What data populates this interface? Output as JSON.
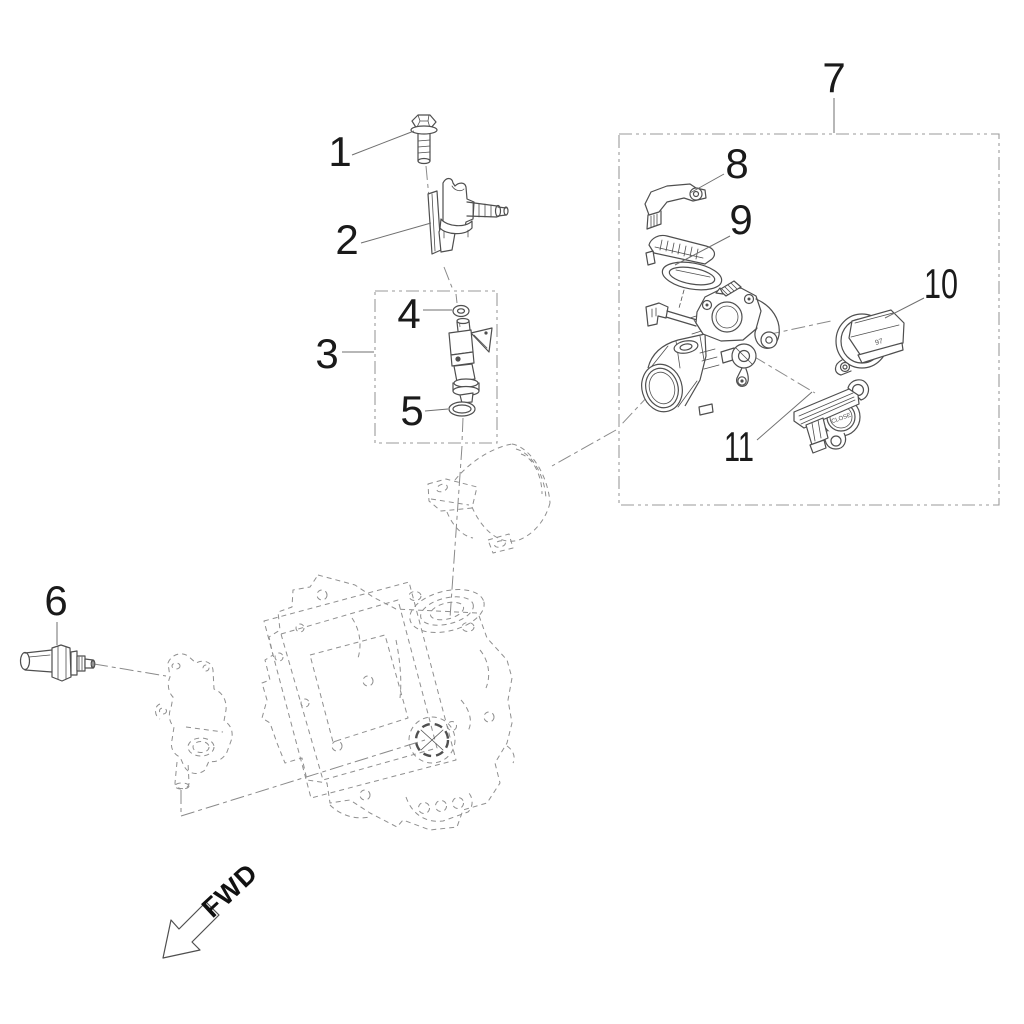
{
  "diagram": {
    "background": "#ffffff",
    "line_color": "#4f4f4f",
    "reference_line_color": "#8f8f8f",
    "label_color": "#1a1a1a",
    "callouts": [
      {
        "number": "1"
      },
      {
        "number": "2"
      },
      {
        "number": "3"
      },
      {
        "number": "4"
      },
      {
        "number": "5"
      },
      {
        "number": "6"
      },
      {
        "number": "7"
      },
      {
        "number": "8"
      },
      {
        "number": "9"
      },
      {
        "number": "10"
      },
      {
        "number": "11"
      }
    ],
    "direction_indicator": {
      "label": "FWD"
    },
    "part_markings": {
      "sensor_close": "CLOSE",
      "sensor_code": "97"
    }
  }
}
